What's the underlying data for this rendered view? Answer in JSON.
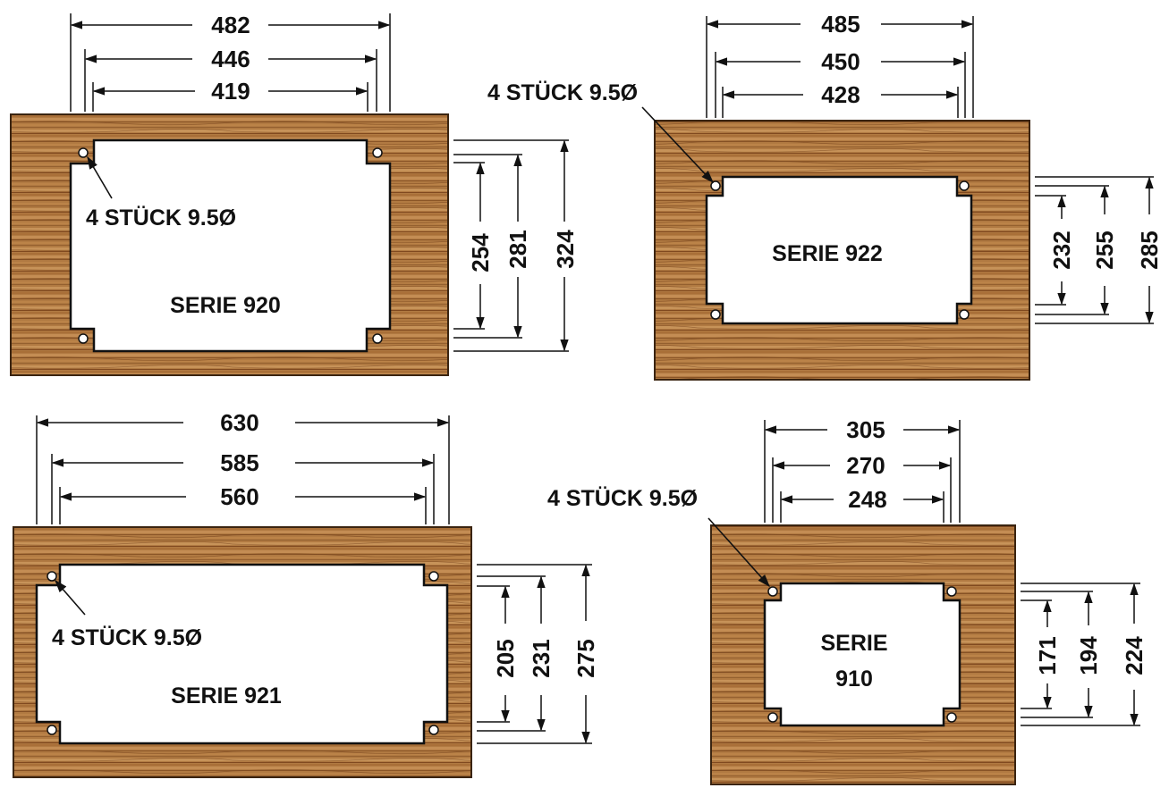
{
  "panels": [
    {
      "series": "SERIE 920",
      "hole_label": "4 STÜCK 9.5Ø",
      "widths": [
        "482",
        "446",
        "419"
      ],
      "heights": [
        "254",
        "281",
        "324"
      ]
    },
    {
      "series": "SERIE 922",
      "hole_label": "4 STÜCK 9.5Ø",
      "widths": [
        "485",
        "450",
        "428"
      ],
      "heights": [
        "232",
        "255",
        "285"
      ]
    },
    {
      "series": "SERIE 921",
      "hole_label": "4 STÜCK 9.5Ø",
      "widths": [
        "630",
        "585",
        "560"
      ],
      "heights": [
        "205",
        "231",
        "275"
      ]
    },
    {
      "series_line1": "SERIE",
      "series_line2": "910",
      "hole_label": "4 STÜCK 9.5Ø",
      "widths": [
        "305",
        "270",
        "248"
      ],
      "heights": [
        "171",
        "194",
        "224"
      ]
    }
  ],
  "colors": {
    "wood_light": "#c08a52",
    "wood_mid": "#a66d36",
    "wood_dark": "#7d4d22",
    "line": "#111111",
    "cutout": "#ffffff"
  }
}
